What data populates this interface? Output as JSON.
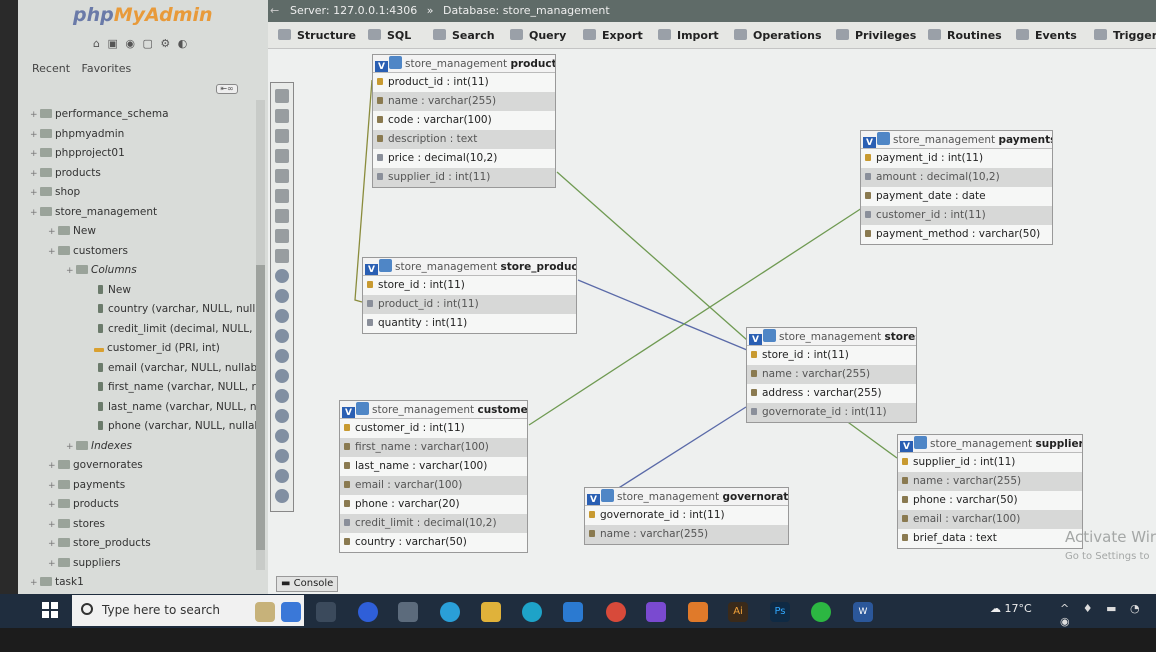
{
  "nav": {
    "logo_php": "php",
    "logo_my": "MyAdmin",
    "tabs": [
      "Recent",
      "Favorites"
    ],
    "tree": [
      {
        "label": "performance_schema",
        "level": 0
      },
      {
        "label": "phpmyadmin",
        "level": 0
      },
      {
        "label": "phpproject01",
        "level": 0
      },
      {
        "label": "products",
        "level": 0
      },
      {
        "label": "shop",
        "level": 0
      },
      {
        "label": "store_management",
        "level": 0
      },
      {
        "label": "New",
        "level": 1
      },
      {
        "label": "customers",
        "level": 1
      },
      {
        "label": "Columns",
        "level": 2
      },
      {
        "label": "New",
        "level": 3
      },
      {
        "label": "country (varchar, NULL, null",
        "level": 3
      },
      {
        "label": "credit_limit (decimal, NULL, i",
        "level": 3
      },
      {
        "label": "customer_id (PRI, int)",
        "level": 3
      },
      {
        "label": "email (varchar, NULL, nullab",
        "level": 3
      },
      {
        "label": "first_name (varchar, NULL, r",
        "level": 3
      },
      {
        "label": "last_name (varchar, NULL, n",
        "level": 3
      },
      {
        "label": "phone (varchar, NULL, nullal",
        "level": 3
      },
      {
        "label": "Indexes",
        "level": 2
      },
      {
        "label": "governorates",
        "level": 1
      },
      {
        "label": "payments",
        "level": 1
      },
      {
        "label": "products",
        "level": 1
      },
      {
        "label": "stores",
        "level": 1
      },
      {
        "label": "store_products",
        "level": 1
      },
      {
        "label": "suppliers",
        "level": 1
      },
      {
        "label": "task1",
        "level": 0
      }
    ]
  },
  "topbar": {
    "server": "Server: 127.0.0.1:4306",
    "separator": "»",
    "database": "Database: store_management"
  },
  "menu": [
    "Structure",
    "SQL",
    "Search",
    "Query",
    "Export",
    "Import",
    "Operations",
    "Privileges",
    "Routines",
    "Events",
    "Trigger"
  ],
  "designer": {
    "db_prefix": "store_management",
    "tables": [
      {
        "name": "products",
        "columns": [
          "product_id : int(11)",
          "name : varchar(255)",
          "code : varchar(100)",
          "description : text",
          "price : decimal(10,2)",
          "supplier_id : int(11)"
        ]
      },
      {
        "name": "payments",
        "columns": [
          "payment_id : int(11)",
          "amount : decimal(10,2)",
          "payment_date : date",
          "customer_id : int(11)",
          "payment_method : varchar(50)"
        ]
      },
      {
        "name": "store_products",
        "columns": [
          "store_id : int(11)",
          "product_id : int(11)",
          "quantity : int(11)"
        ]
      },
      {
        "name": "stores",
        "columns": [
          "store_id : int(11)",
          "name : varchar(255)",
          "address : varchar(255)",
          "governorate_id : int(11)"
        ]
      },
      {
        "name": "customers",
        "columns": [
          "customer_id : int(11)",
          "first_name : varchar(100)",
          "last_name : varchar(100)",
          "email : varchar(100)",
          "phone : varchar(20)",
          "credit_limit : decimal(10,2)",
          "country : varchar(50)"
        ]
      },
      {
        "name": "suppliers",
        "columns": [
          "supplier_id : int(11)",
          "name : varchar(255)",
          "phone : varchar(50)",
          "email : varchar(100)",
          "brief_data : text"
        ]
      },
      {
        "name": "governorates",
        "columns": [
          "governorate_id : int(11)",
          "name : varchar(255)"
        ]
      }
    ],
    "relation_colors": {
      "green": "#6f9a52",
      "blue": "#5a6aa8",
      "olive": "#8a8c3c"
    }
  },
  "console_label": "Console",
  "watermark": {
    "line1": "Activate Wir",
    "line2": "Go to Settings to"
  },
  "taskbar": {
    "search_placeholder": "Type here to search",
    "weather": "17°C"
  }
}
